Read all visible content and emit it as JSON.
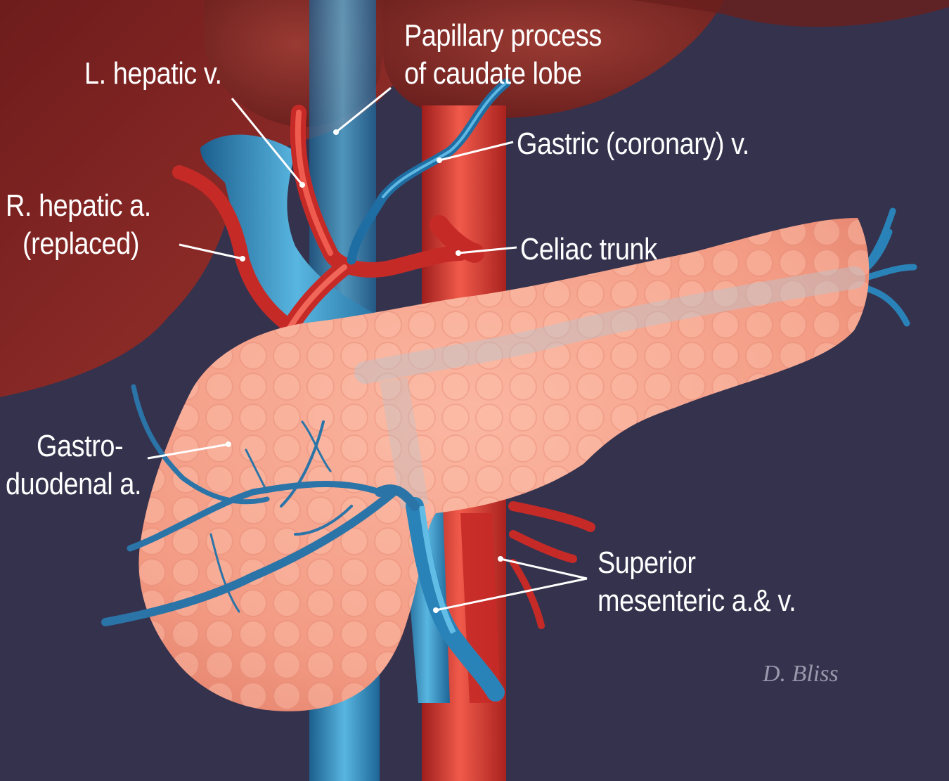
{
  "labels": {
    "papillary_line1": "Papillary process",
    "papillary_line2": "of caudate lobe",
    "left_hepatic_vein": "L. hepatic v.",
    "gastric_vein": "Gastric (coronary) v.",
    "right_hepatic_artery_line1": "R. hepatic a.",
    "right_hepatic_artery_line2": "(replaced)",
    "celiac_trunk": "Celiac trunk",
    "gastroduodenal_line1": "Gastro-",
    "gastroduodenal_line2": "duodenal a.",
    "superior_mesenteric_line1": "Superior",
    "superior_mesenteric_line2": "mesenteric a.& v."
  },
  "signature": "D. Bliss",
  "colors": {
    "background": "#35324d",
    "liver": "#7a2222",
    "artery": "#d8332e",
    "vein": "#2a83b8",
    "pancreas": "#f49a84",
    "label_text": "#ffffff",
    "leader_line": "#ffffff"
  }
}
